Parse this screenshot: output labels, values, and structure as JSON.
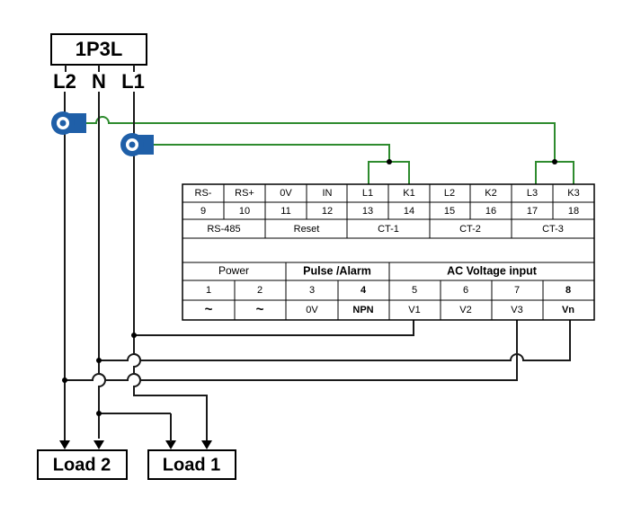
{
  "source_label": "1P3L",
  "phase_labels": {
    "l2": "L2",
    "n": "N",
    "l1": "L1"
  },
  "loads": {
    "load2": "Load 2",
    "load1": "Load 1"
  },
  "terminal_block": {
    "row1": [
      "RS-",
      "RS+",
      "0V",
      "IN",
      "L1",
      "K1",
      "L2",
      "K2",
      "L3",
      "K3"
    ],
    "row2": [
      "9",
      "10",
      "11",
      "12",
      "13",
      "14",
      "15",
      "16",
      "17",
      "18"
    ],
    "row3": [
      "RS-485",
      "Reset",
      "CT-1",
      "CT-2",
      "CT-3"
    ],
    "headers": [
      "Power",
      "Pulse /Alarm",
      "AC Voltage input"
    ],
    "row_numbers": [
      "1",
      "2",
      "3",
      "4",
      "5",
      "6",
      "7",
      "8"
    ],
    "row_functions": [
      "~",
      "~",
      "0V",
      "NPN",
      "V1",
      "V2",
      "V3",
      "Vn"
    ]
  },
  "colors": {
    "wire": "#1a1a1a",
    "ct_wire": "#2e8b2e",
    "ct_body": "#1f5fa8"
  }
}
